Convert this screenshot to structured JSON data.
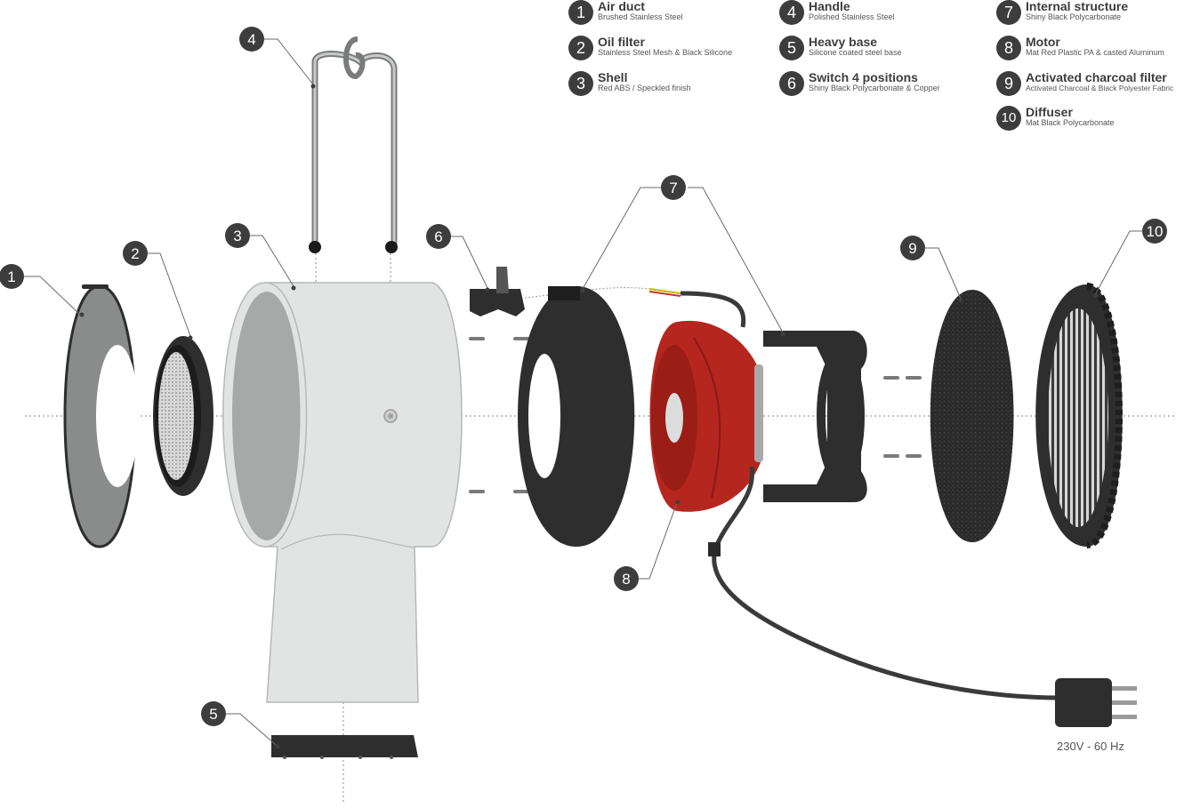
{
  "legend": [
    {
      "num": "1",
      "title": "Air duct",
      "sub": "Brushed Stainless Steel"
    },
    {
      "num": "2",
      "title": "Oil filter",
      "sub": "Stainless Steel Mesh & Black Silicone"
    },
    {
      "num": "3",
      "title": "Shell",
      "sub": "Red ABS / Speckled finish"
    },
    {
      "num": "4",
      "title": "Handle",
      "sub": "Polished Stainless Steel"
    },
    {
      "num": "5",
      "title": "Heavy base",
      "sub": "Silicone coated steel base"
    },
    {
      "num": "6",
      "title": "Switch 4 positions",
      "sub": "Shiny Black Polycarbonate & Copper"
    },
    {
      "num": "7",
      "title": "Internal structure",
      "sub": "Shiny Black Polycarbonate"
    },
    {
      "num": "8",
      "title": "Motor",
      "sub": "Mat Red Plastic PA & casted Aluminum"
    },
    {
      "num": "9",
      "title": "Activated charcoal filter",
      "sub": "Activated Charcoal & Black Polyester Fabric"
    },
    {
      "num": "10",
      "title": "Diffuser",
      "sub": "Mat Black Polycarbonate"
    }
  ],
  "callouts": [
    "1",
    "2",
    "3",
    "4",
    "5",
    "6",
    "7",
    "8",
    "9",
    "10"
  ],
  "plug": {
    "label": "230V - 60 Hz"
  },
  "colors": {
    "badge": "#3d3d3d",
    "shell": "#e2e4e3",
    "air_duct": "#8a8c8b",
    "motor_red": "#b5261e",
    "dark_part": "#2e2e2e"
  }
}
